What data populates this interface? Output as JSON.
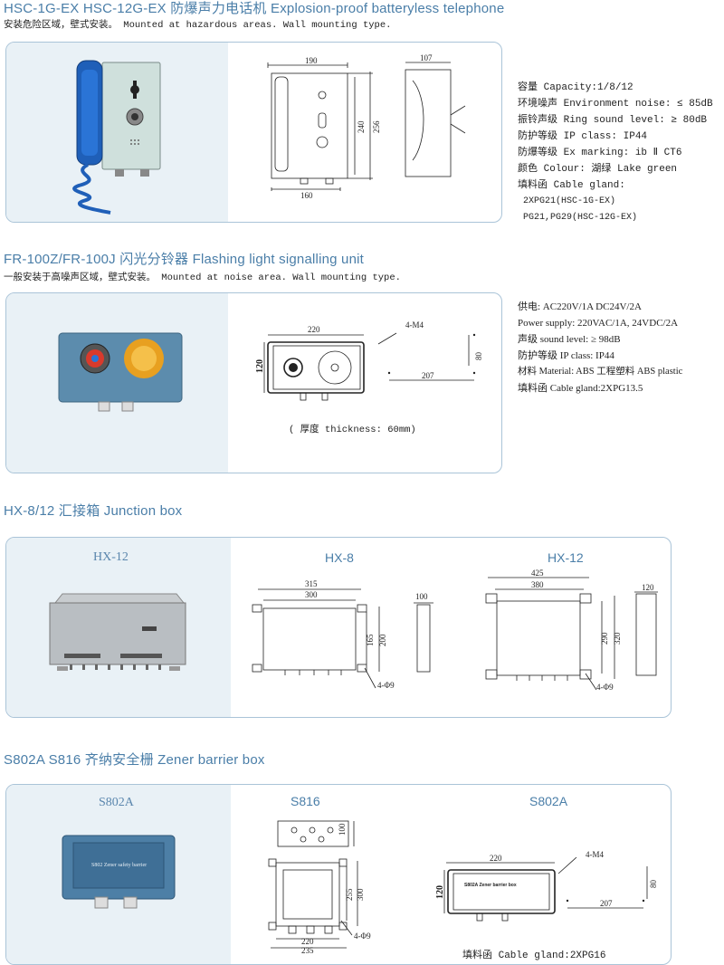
{
  "s1": {
    "title": "HSC-1G-EX  HSC-12G-EX  防爆声力电话机    Explosion-proof batteryless telephone",
    "subtitle": "安装危险区域，壁式安装。 Mounted at hazardous areas. Wall mounting type.",
    "dims": {
      "w": "190",
      "h1": "240",
      "h2": "256",
      "b": "160",
      "d": "107"
    },
    "specs": [
      "容量 Capacity:1/8/12",
      "环境噪声 Environment noise: ≤ 85dB",
      "振铃声级 Ring sound level: ≥ 80dB",
      "防护等级 IP class: IP44",
      "防爆等级 Ex marking: ib Ⅱ CT6",
      "颜色 Colour: 湖绿 Lake green",
      "填料函 Cable gland:",
      " 2XPG21(HSC-1G-EX)",
      " PG21,PG29(HSC-12G-EX)"
    ]
  },
  "s2": {
    "title": "FR-100Z/FR-100J 闪光分铃器 Flashing light signalling unit",
    "subtitle": "一般安装于高噪声区域，壁式安装。 Mounted at noise area. Wall mounting type.",
    "dims": {
      "w": "220",
      "h": "120",
      "m": "4-M4",
      "hole_h": "80",
      "hole_w": "207"
    },
    "thickness": "( 厚度 thickness: 60mm)",
    "specs": [
      "供电:  AC220V/1A    DC24V/2A",
      "Power supply: 220VAC/1A, 24VDC/2A",
      "声级  sound level: ≥ 98dB",
      "防护等级 IP class: IP44",
      "材料 Material: ABS 工程塑料 ABS plastic",
      "填料函 Cable gland:2XPG13.5"
    ]
  },
  "s3": {
    "title": "HX-8/12    汇接箱   Junction box",
    "photo_caption": "HX-12",
    "cap_a": "HX-8",
    "cap_b": "HX-12",
    "dims_a": {
      "w1": "315",
      "w2": "300",
      "h1": "165",
      "h2": "200",
      "d": "100",
      "hole": "4-Φ9"
    },
    "dims_b": {
      "w1": "425",
      "w2": "380",
      "h1": "290",
      "h2": "320",
      "d": "120",
      "hole": "4-Φ9"
    }
  },
  "s4": {
    "title": "S802A   S816   齐纳安全栅   Zener barrier box",
    "photo_caption": "S802A",
    "photo_label": "S802 Zener safety barrier",
    "cap_a": "S816",
    "cap_b": "S802A",
    "dims_a": {
      "top_h": "100",
      "h1": "255",
      "h2": "300",
      "w1": "220",
      "w2": "235",
      "hole": "4-Φ9"
    },
    "dims_b": {
      "w": "220",
      "h": "120",
      "m": "4-M4",
      "hole_h": "80",
      "hole_w": "207",
      "label": "S802A  Zener barrier box"
    },
    "gland": "填料函 Cable gland:2XPG16"
  },
  "colors": {
    "accent": "#4a7ea8",
    "panel_border": "#aac4d8",
    "photo_bg": "#e9f1f6"
  }
}
